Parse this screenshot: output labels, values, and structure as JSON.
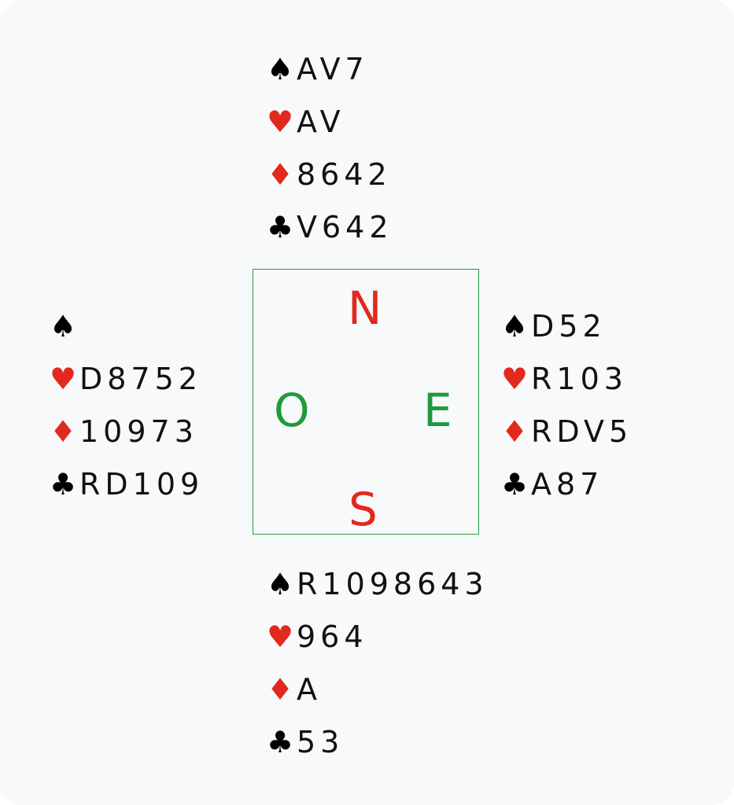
{
  "colors": {
    "red_suit": "#e3281c",
    "black_suit": "#000000",
    "north_south": "#e3281c",
    "east_west": "#1f9a3a",
    "frame": "#22a040"
  },
  "compass": {
    "north": "N",
    "south": "S",
    "west": "O",
    "east": "E"
  },
  "hands": {
    "north": [
      {
        "suit": "spade",
        "symbol": "♠",
        "cards": "AV7"
      },
      {
        "suit": "heart",
        "symbol": "♥",
        "cards": "AV"
      },
      {
        "suit": "diamond",
        "symbol": "♦",
        "cards": "8642"
      },
      {
        "suit": "club",
        "symbol": "♣",
        "cards": "V642"
      }
    ],
    "west": [
      {
        "suit": "spade",
        "symbol": "♠",
        "cards": ""
      },
      {
        "suit": "heart",
        "symbol": "♥",
        "cards": "D8752"
      },
      {
        "suit": "diamond",
        "symbol": "♦",
        "cards": "10973"
      },
      {
        "suit": "club",
        "symbol": "♣",
        "cards": "RD109"
      }
    ],
    "east": [
      {
        "suit": "spade",
        "symbol": "♠",
        "cards": "D52"
      },
      {
        "suit": "heart",
        "symbol": "♥",
        "cards": "R103"
      },
      {
        "suit": "diamond",
        "symbol": "♦",
        "cards": "RDV5"
      },
      {
        "suit": "club",
        "symbol": "♣",
        "cards": "A87"
      }
    ],
    "south": [
      {
        "suit": "spade",
        "symbol": "♠",
        "cards": "R1098643"
      },
      {
        "suit": "heart",
        "symbol": "♥",
        "cards": "964"
      },
      {
        "suit": "diamond",
        "symbol": "♦",
        "cards": "A"
      },
      {
        "suit": "club",
        "symbol": "♣",
        "cards": "53"
      }
    ]
  }
}
